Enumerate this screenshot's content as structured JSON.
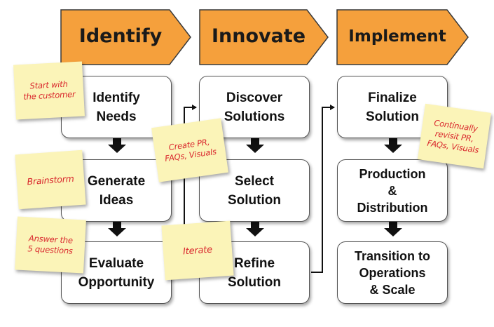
{
  "colors": {
    "header_fill": "#f5a03c",
    "header_stroke": "#3a3a3a",
    "sticky_fill": "#fbf4b8",
    "sticky_text": "#d9262c",
    "arrow": "#111111"
  },
  "headers": [
    {
      "id": "identify",
      "label": "Identify"
    },
    {
      "id": "innovate",
      "label": "Innovate"
    },
    {
      "id": "implement",
      "label": "Implement"
    }
  ],
  "boxes": {
    "identify_needs": "Identify\nNeeds",
    "generate_ideas": "Generate\nIdeas",
    "evaluate_opportunity": "Evaluate\nOpportunity",
    "discover_solutions": "Discover\nSolutions",
    "select_solution": "Select\nSolution",
    "refine_solution": "Refine\nSolution",
    "finalize_solution": "Finalize\nSolution",
    "production_distribution": "Production\n&\nDistribution",
    "transition_operations": "Transition to\nOperations\n& Scale"
  },
  "stickies": {
    "start_customer": "Start with\nthe customer",
    "brainstorm": "Brainstorm",
    "answer_questions": "Answer the\n5 questions",
    "create_pr": "Create PR,\nFAQs, Visuals",
    "iterate": "Iterate",
    "continually_revisit": "Continually\nrevisit PR,\nFAQs, Visuals"
  }
}
